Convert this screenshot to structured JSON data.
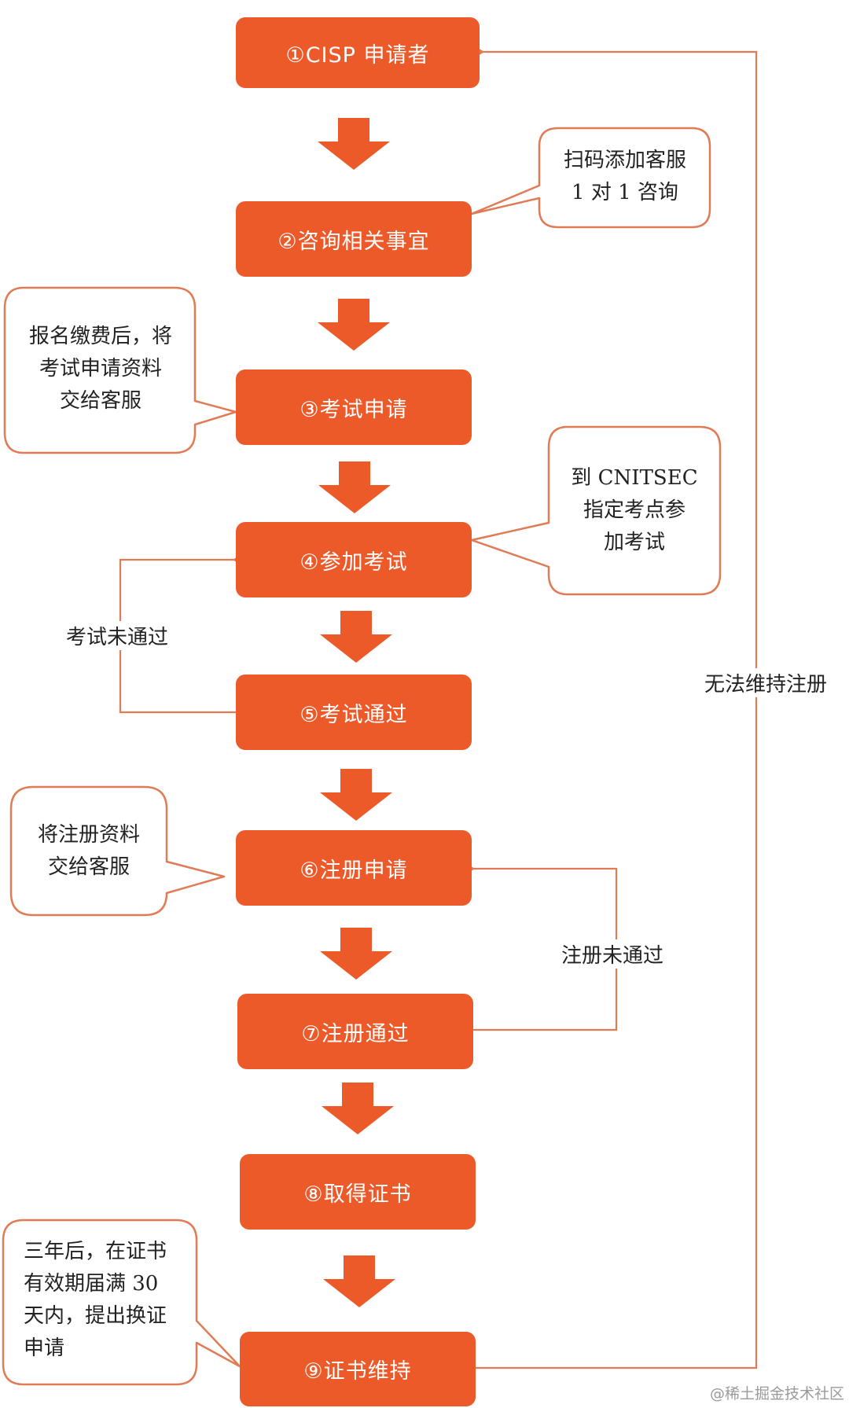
{
  "colors": {
    "step_fill": "#ec5a2a",
    "line": "#e07b56",
    "bubble_border": "#e07b56"
  },
  "steps": [
    {
      "id": "s1",
      "label": "①CISP 申请者"
    },
    {
      "id": "s2",
      "label": "②咨询相关事宜"
    },
    {
      "id": "s3",
      "label": "③考试申请"
    },
    {
      "id": "s4",
      "label": "④参加考试"
    },
    {
      "id": "s5",
      "label": "⑤考试通过"
    },
    {
      "id": "s6",
      "label": "⑥注册申请"
    },
    {
      "id": "s7",
      "label": "⑦注册通过"
    },
    {
      "id": "s8",
      "label": "⑧取得证书"
    },
    {
      "id": "s9",
      "label": "⑨证书维持"
    }
  ],
  "notes": {
    "consult": "扫码添加客服\n1 对 1 咨询",
    "apply": "报名缴费后，将\n考试申请资料\n交给客服",
    "exam": "到 CNITSEC\n指定考点参\n加考试",
    "register": "将注册资料\n交给客服",
    "maintain": "三年后，在证书\n有效期届满 30\n天内，提出换证\n申请"
  },
  "loops": {
    "exam_fail": "考试未通过",
    "register_fail": "注册未通过",
    "cannot_maintain": "无法维持注册"
  },
  "watermark": "@稀土掘金技术社区"
}
